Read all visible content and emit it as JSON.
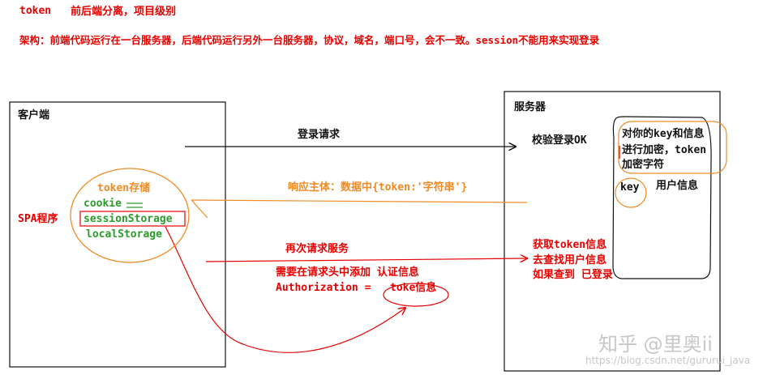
{
  "header": {
    "token_label": "token",
    "token_desc": "前后端分离，项目级别",
    "arch": "架构：前端代码运行在一台服务器，后端代码运行另外一台服务器，协议，域名，端口号，会不一致。session不能用来实现登录"
  },
  "client": {
    "title": "客户端",
    "spa": "SPA程序",
    "storage_title": "token存储",
    "storage_items": [
      "cookie",
      "sessionStorage",
      "localStorage"
    ]
  },
  "server": {
    "title": "服务器",
    "verify": "校验登录OK",
    "encrypt_lines": [
      "对你的key和信息",
      "进行加密，token",
      "加密字符"
    ],
    "key": "key",
    "user_info": "用户信息",
    "lookup_lines": [
      "获取token信息",
      "去查找用户信息",
      "如果查到 已登录"
    ]
  },
  "flow": {
    "login_request": "登录请求",
    "response": "响应主体：数据中{token:'字符串'}",
    "second_request": "再次请求服务",
    "header_note": "需要在请求头中添加 认证信息",
    "auth_prefix": "Authorization =",
    "auth_token": "toke信息"
  },
  "watermark": {
    "brand": "知乎 @里奥ii",
    "url": "https://blog.csdn.net/gururui_java"
  },
  "colors": {
    "red": "#e60000",
    "black": "#111111",
    "orange": "#f08a24",
    "green": "#2a9d2a"
  }
}
